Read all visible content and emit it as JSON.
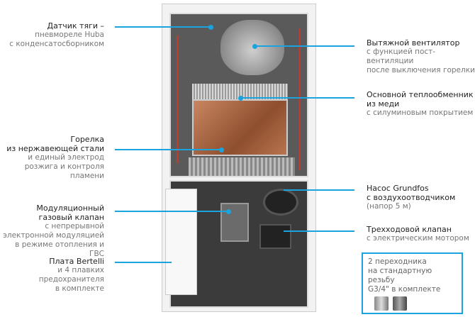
{
  "left_labels": [
    {
      "title": [
        "Датчик тяги –"
      ],
      "desc": [
        "пневмореле Huba",
        "с конденсатосборником"
      ]
    },
    {
      "title": [
        "Горелка",
        "из нержавеющей стали"
      ],
      "desc": [
        "и единый электрод",
        "розжига и контроля",
        "пламени"
      ]
    },
    {
      "title": [
        "Модуляционный",
        "газовый клапан"
      ],
      "desc": [
        "с непрерывной",
        "электронной модуляцией",
        "в режиме отопления и ГВС"
      ]
    },
    {
      "title": [
        "Плата Bertelli"
      ],
      "desc": [
        "и 4 плавких",
        "предохранителя",
        "в комплекте"
      ]
    }
  ],
  "right_labels": [
    {
      "title": [
        "Вытяжной вентилятор"
      ],
      "desc": [
        "с функцией пост-вентиляции",
        "после выключения горелки"
      ]
    },
    {
      "title": [
        "Основной теплообменник",
        "из меди"
      ],
      "desc": [
        "с силуминовым покрытием"
      ]
    },
    {
      "title": [
        "Насос Grundfos",
        "с воздухоотводчиком"
      ],
      "desc": [
        "(напор 5 м)"
      ]
    },
    {
      "title": [
        "Трехходовой клапан"
      ],
      "desc": [
        "с электрическим мотором"
      ]
    }
  ],
  "adapter_box": {
    "lines": [
      "2 переходника",
      "на стандартную резьбу",
      "G3/4\" в комплекте"
    ]
  },
  "accent_color": "#1aa3dc"
}
